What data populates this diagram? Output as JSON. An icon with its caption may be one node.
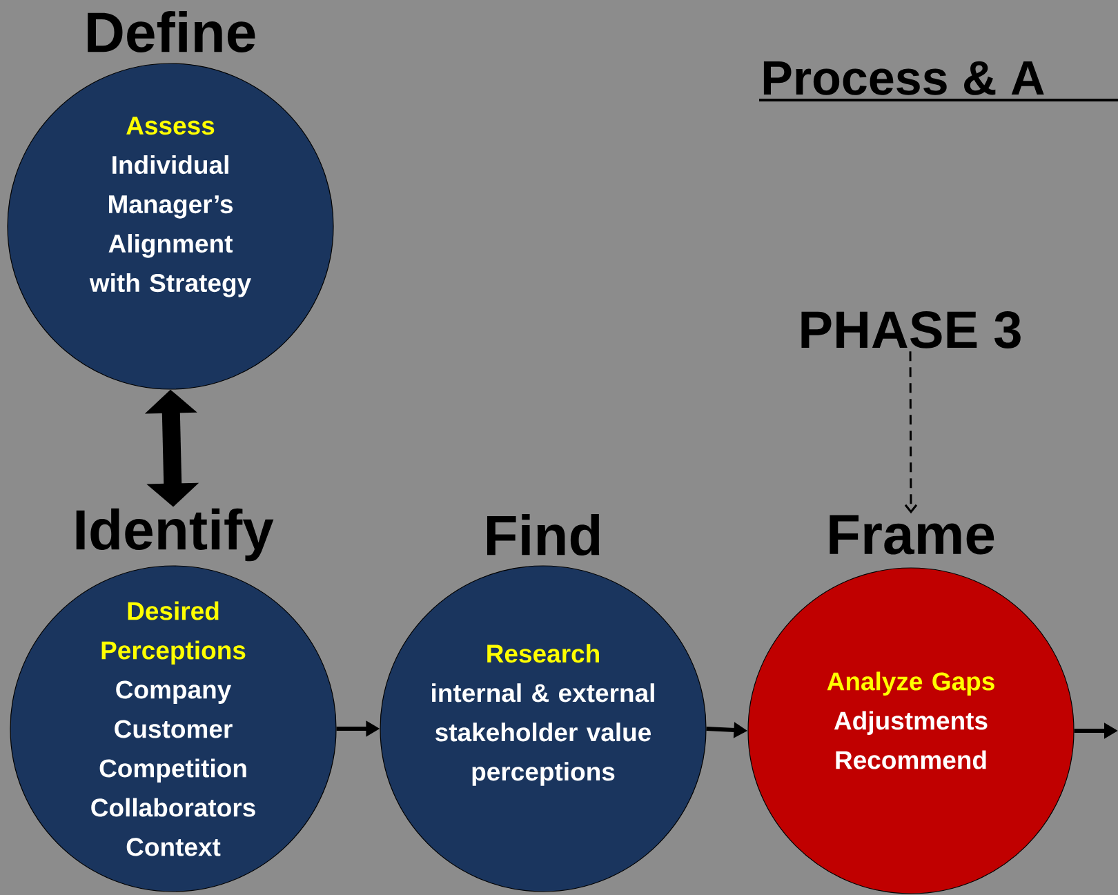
{
  "diagram": {
    "title": "Process & A",
    "nodes": [
      {
        "text": [
          "Define",
          "Assess",
          "Individual Manager’s Alignment with Strategy"
        ]
      },
      {
        "text": [
          "Identify",
          "Desired Perceptions",
          "Company Customer Competition Collaborators Context"
        ]
      },
      {
        "text": [
          "Find",
          "Research",
          "internal & external stakeholder value perceptions"
        ]
      },
      {
        "text": [
          "Frame",
          "Analyze Gaps",
          "Adjustments Recommend"
        ]
      },
      {
        "text": [
          "PHASE 3"
        ]
      }
    ],
    "edges": [
      {
        "from": 0,
        "to": 1,
        "arrow": "both",
        "style": "thick"
      },
      {
        "from": 1,
        "to": 2,
        "arrow": "to"
      },
      {
        "from": 2,
        "to": 3,
        "arrow": "to"
      },
      {
        "from": 3,
        "to": null,
        "arrow": "to"
      },
      {
        "from": 4,
        "to": 3,
        "arrow": "to",
        "style": "dashed"
      }
    ]
  }
}
